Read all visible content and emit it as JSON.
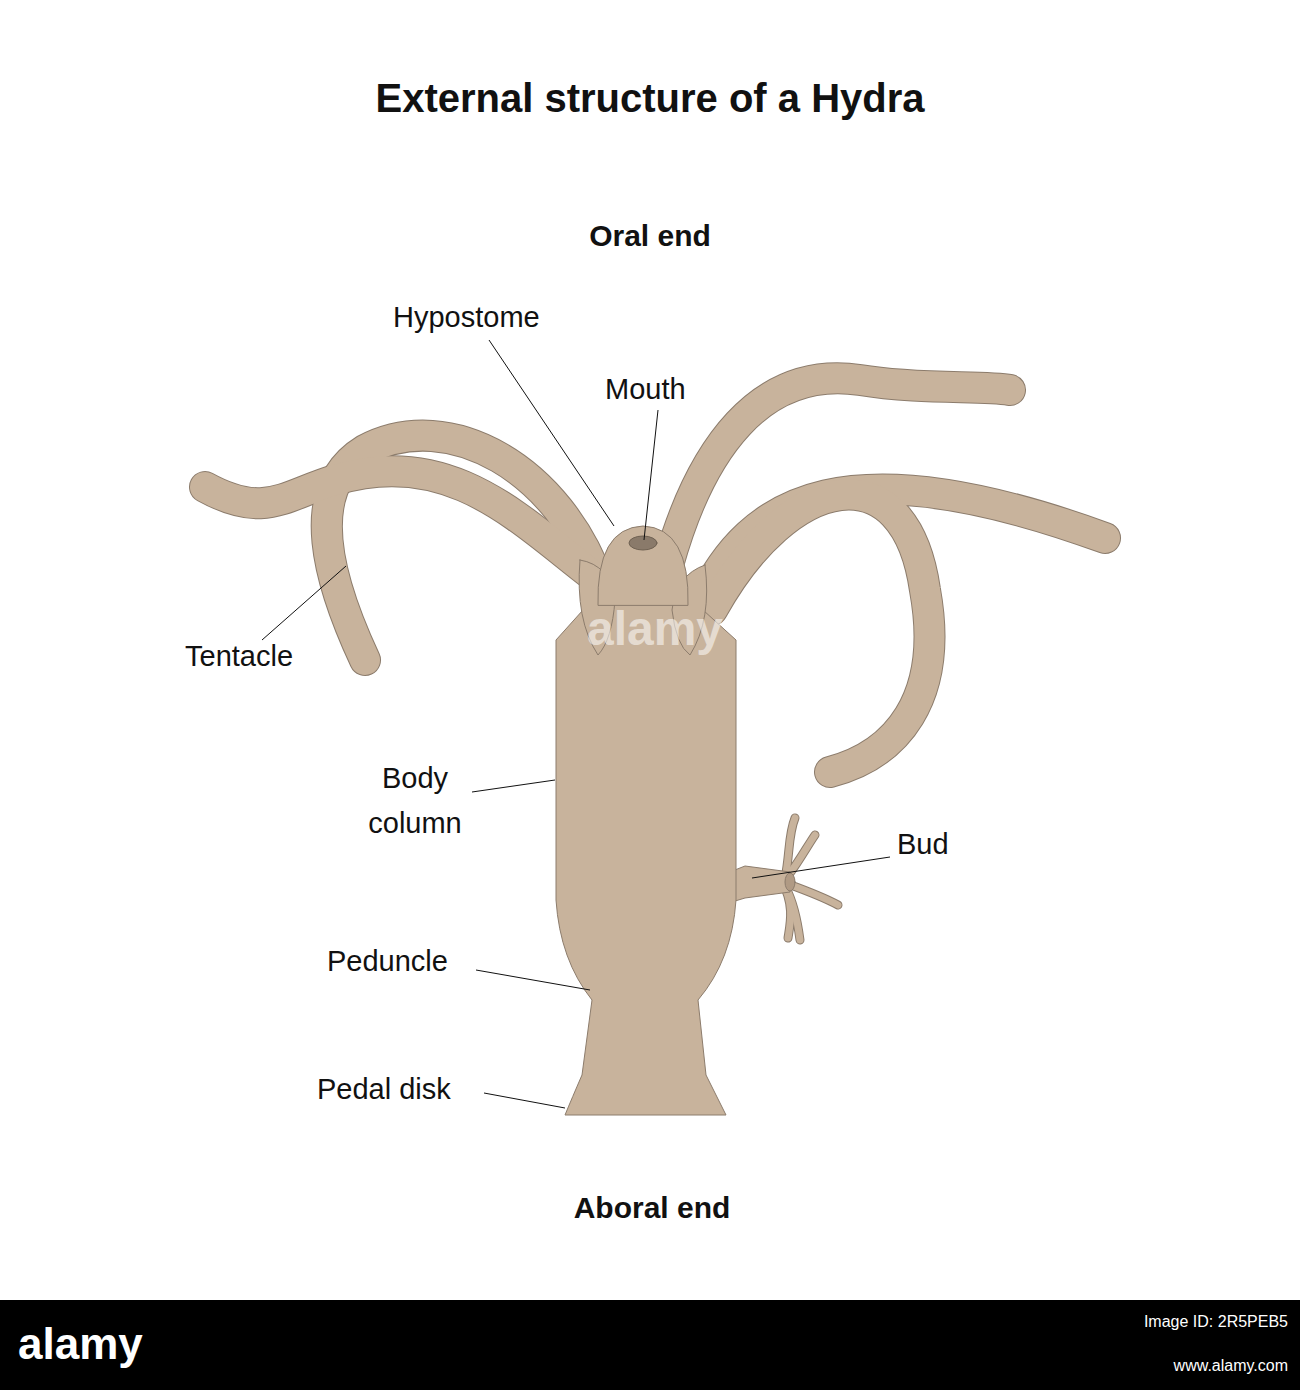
{
  "diagram": {
    "title": "External structure of a Hydra",
    "labels": [
      "Oral end",
      "Hypostome",
      "Mouth",
      "Tentacle",
      "Body column",
      "Bud",
      "Peduncle",
      "Pedal disk",
      "Aboral end",
      "alamy",
      "alamy",
      "Image ID: 2R5PEB5",
      "www.alamy.com"
    ]
  }
}
